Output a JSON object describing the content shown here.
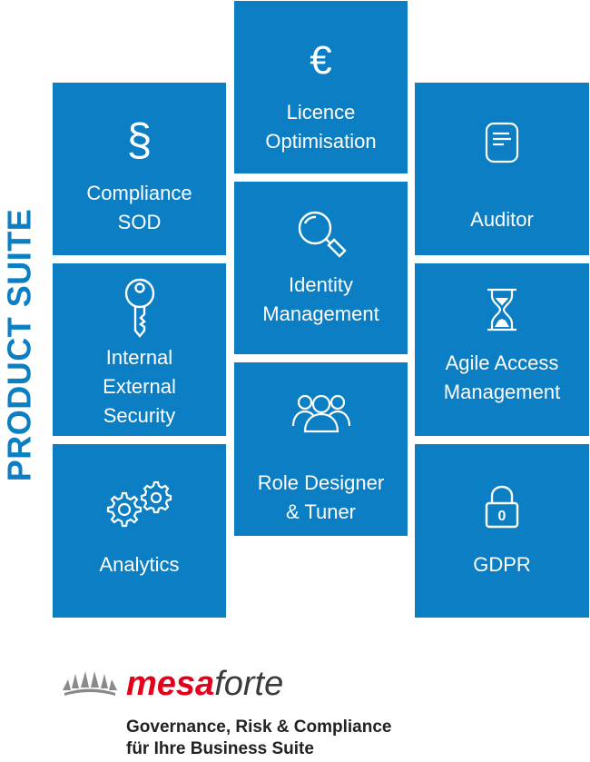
{
  "side_title": "PRODUCT SUITE",
  "tiles": {
    "compliance": {
      "label": "Compliance\nSOD",
      "icon": "section-sign-icon"
    },
    "licence": {
      "label": "Licence\nOptimisation",
      "icon": "euro-icon"
    },
    "auditor": {
      "label": "Auditor",
      "icon": "document-icon"
    },
    "identity": {
      "label": "Identity\nManagement",
      "icon": "magnifier-icon"
    },
    "security": {
      "label": "Internal\nExternal\nSecurity",
      "icon": "key-icon"
    },
    "agile": {
      "label": "Agile Access\nManagement",
      "icon": "hourglass-icon"
    },
    "role": {
      "label": "Role Designer\n& Tuner",
      "icon": "group-icon"
    },
    "analytics": {
      "label": "Analytics",
      "icon": "gears-icon"
    },
    "gdpr": {
      "label": "GDPR",
      "icon": "padlock-icon",
      "padlock_digit": "0"
    }
  },
  "icons": {
    "section_glyph": "§",
    "euro_glyph": "€"
  },
  "brand": {
    "part1": "mesa",
    "part2": "forte"
  },
  "tagline": {
    "line1": "Governance, Risk & Compliance",
    "line2": "für Ihre Business Suite"
  },
  "colors": {
    "tile": "#0b7ec4",
    "brand_red": "#e3001b",
    "brand_gray": "#3a3a3a"
  }
}
